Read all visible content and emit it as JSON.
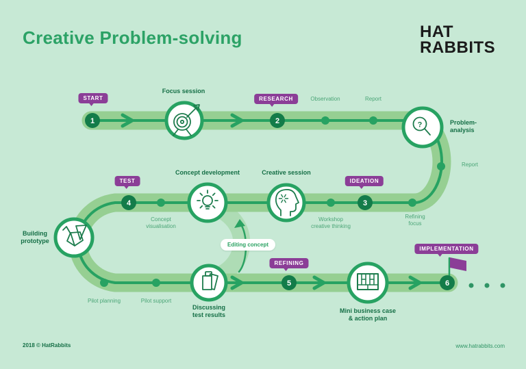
{
  "title": "Creative Problem-solving",
  "logo": {
    "top": "HAT",
    "bottom": "RABBITS"
  },
  "badges": {
    "start": "START",
    "research": "RESEARCH",
    "test": "TEST",
    "ideation": "IDEATION",
    "refining": "REFINING",
    "implementation": "IMPLEMENTATION"
  },
  "nodes": {
    "n1": "1",
    "n2": "2",
    "n3": "3",
    "n4": "4",
    "n5": "5",
    "n6": "6"
  },
  "stations": {
    "focus_session": "Focus session",
    "problem_analysis": "Problem-\nanalysis",
    "concept_development": "Concept development",
    "creative_session": "Creative session",
    "building_prototype": "Building\nprototype",
    "discussing_test_results": "Discussing\ntest results",
    "mini_business_case": "Mini business case\n& action plan"
  },
  "waypoints": {
    "observation": "Observation",
    "report_research": "Report",
    "report_analysis": "Report",
    "refining_focus": "Refining\nfocus",
    "workshop_creative_thinking": "Workshop\ncreative thinking",
    "concept_visualisation": "Concept\nvisualisation",
    "pilot_planning": "Pilot planning",
    "pilot_support": "Pilot support"
  },
  "feedback": {
    "label": "Editing concept"
  },
  "icons": {
    "focus_session": "dartboard-target-icon",
    "problem_analysis": "magnifier-question-icon",
    "concept_development": "lightbulb-icon",
    "creative_session": "creative-head-icon",
    "building_prototype": "origami-crane-icon",
    "discussing_test_results": "clipboard-icon",
    "mini_business_case": "business-canvas-icon",
    "implementation": "flag-icon",
    "question_mark": "?"
  },
  "footer": {
    "left": "2018 © HatRabbits",
    "right": "www.hatrabbits.com"
  },
  "colors": {
    "background": "#c7e9d5",
    "path_band": "#96cf92",
    "path_line": "#27a262",
    "node_fill": "#137c49",
    "badge_purple": "#8b3e97",
    "label_dark": "#156f46",
    "label_light": "#4ba577",
    "title_green": "#2ca266",
    "logo_black": "#1b1b1b"
  }
}
